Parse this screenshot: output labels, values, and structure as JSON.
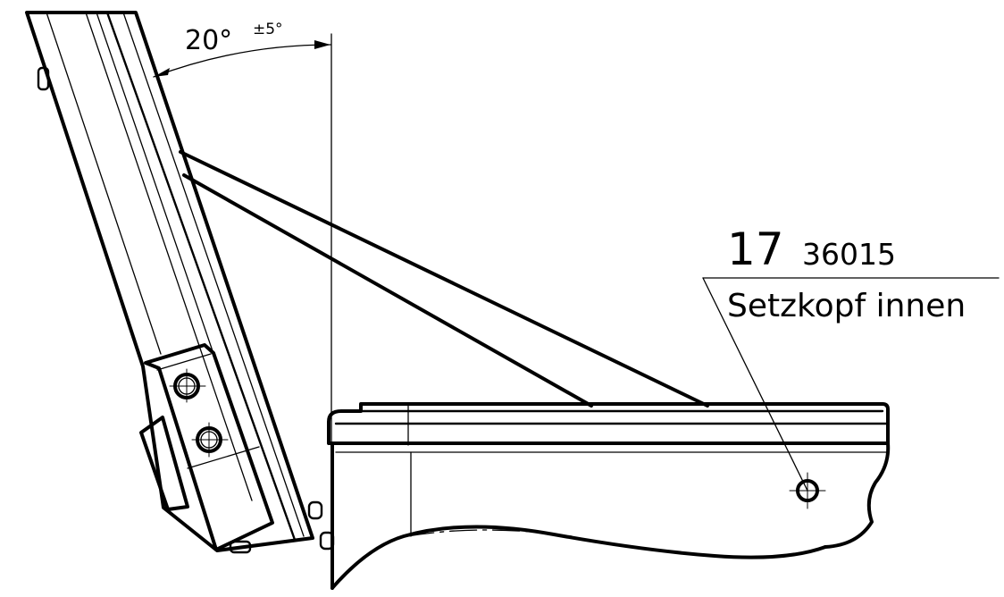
{
  "dimension": {
    "angle": "20°",
    "tolerance": "±5°"
  },
  "callout": {
    "item_number": "17",
    "part_number": "36015",
    "description": "Setzkopf innen"
  }
}
